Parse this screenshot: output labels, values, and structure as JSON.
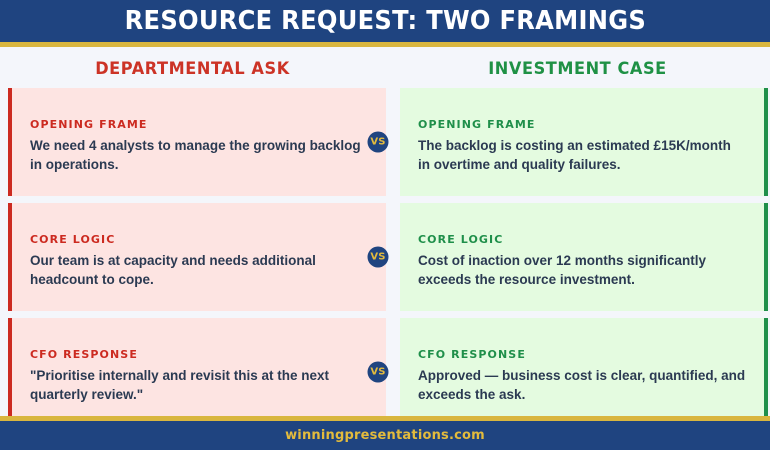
{
  "header": {
    "title": "RESOURCE REQUEST: TWO FRAMINGS",
    "bg_color": "#1f4480",
    "rule_color": "#d9b63f"
  },
  "columns": {
    "left": {
      "heading": "DEPARTMENTAL ASK",
      "color": "#cc3326"
    },
    "right": {
      "heading": "INVESTMENT CASE",
      "color": "#1f9145"
    }
  },
  "divider_badge": {
    "label": "VS",
    "bg_color": "#1f4480",
    "text_color": "#e3bb3c"
  },
  "rows": [
    {
      "badge": "VS",
      "left": {
        "label": "OPENING FRAME",
        "body": "We need 4 analysts to manage the growing backlog in operations."
      },
      "right": {
        "label": "OPENING FRAME",
        "body": "The backlog is costing an estimated £15K/month in overtime and quality failures."
      }
    },
    {
      "badge": "VS",
      "left": {
        "label": "CORE LOGIC",
        "body": "Our team is at capacity and needs additional headcount to cope."
      },
      "right": {
        "label": "CORE LOGIC",
        "body": "Cost of inaction over 12 months significantly exceeds the resource investment."
      }
    },
    {
      "badge": "VS",
      "left": {
        "label": "CFO RESPONSE",
        "body": "\"Prioritise internally and revisit this at the next quarterly review.\""
      },
      "right": {
        "label": "CFO RESPONSE",
        "body": "Approved — business cost is clear, quantified, and exceeds the ask."
      }
    }
  ],
  "footer": {
    "text": "winningpresentations.com",
    "bg_color": "#1f4480",
    "text_color": "#e3bb3c",
    "rule_color": "#d9b63f"
  }
}
